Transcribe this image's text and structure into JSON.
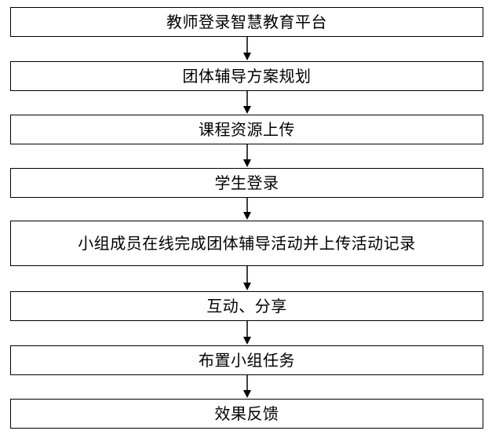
{
  "flowchart": {
    "steps": [
      {
        "label": "教师登录智慧教育平台"
      },
      {
        "label": "团体辅导方案规划"
      },
      {
        "label": "课程资源上传"
      },
      {
        "label": "学生登录"
      },
      {
        "label": "小组成员在线完成团体辅导活动并上传活动记录"
      },
      {
        "label": "互动、分享"
      },
      {
        "label": "布置小组任务"
      },
      {
        "label": "效果反馈"
      }
    ]
  },
  "colors": {
    "stroke": "#000000",
    "background": "#ffffff",
    "text": "#000000"
  }
}
